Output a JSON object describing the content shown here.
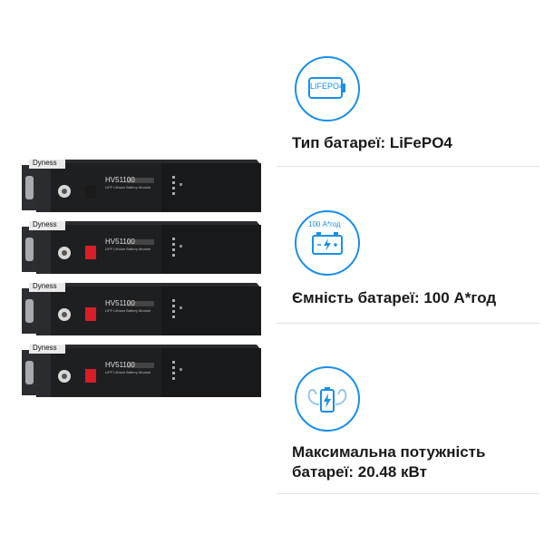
{
  "product": {
    "brand": "Dyness",
    "model": "HV51100",
    "module_subtitle": "LiFP Lithium Battery Module",
    "module_count": 4
  },
  "features": [
    {
      "icon": "lifepo4-battery-icon",
      "icon_text": "LIFEPO4",
      "label": "Тип батареї: LiFePO4"
    },
    {
      "icon": "capacity-battery-icon",
      "icon_text": "100 А*год",
      "label": "Ємність батареї: 100 А*год"
    },
    {
      "icon": "power-battery-icon",
      "label_line1": "Максимальна потужність",
      "label_line2": "батареї: 20.48 кВт"
    }
  ],
  "colors": {
    "accent": "#1b8ee6",
    "battery_body": "#1e1f21",
    "terminal_red": "#d81e27"
  }
}
